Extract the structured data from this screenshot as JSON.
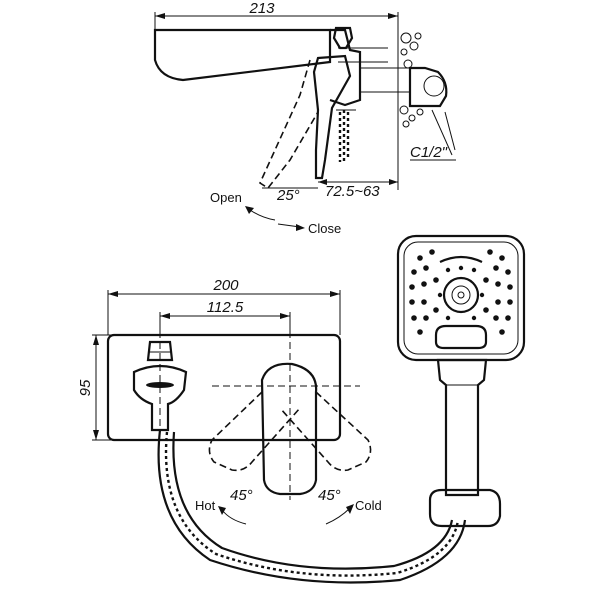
{
  "top_view": {
    "dim_width": "213",
    "dim_angle": "25°",
    "dim_travel": "72.5~63",
    "thread": "C1/2\"",
    "label_open": "Open",
    "label_close": "Close"
  },
  "front_view": {
    "dim_width": "200",
    "dim_center": "112.5",
    "dim_height": "95",
    "angle_left": "45°",
    "angle_right": "45°",
    "label_hot": "Hot",
    "label_cold": "Cold"
  }
}
